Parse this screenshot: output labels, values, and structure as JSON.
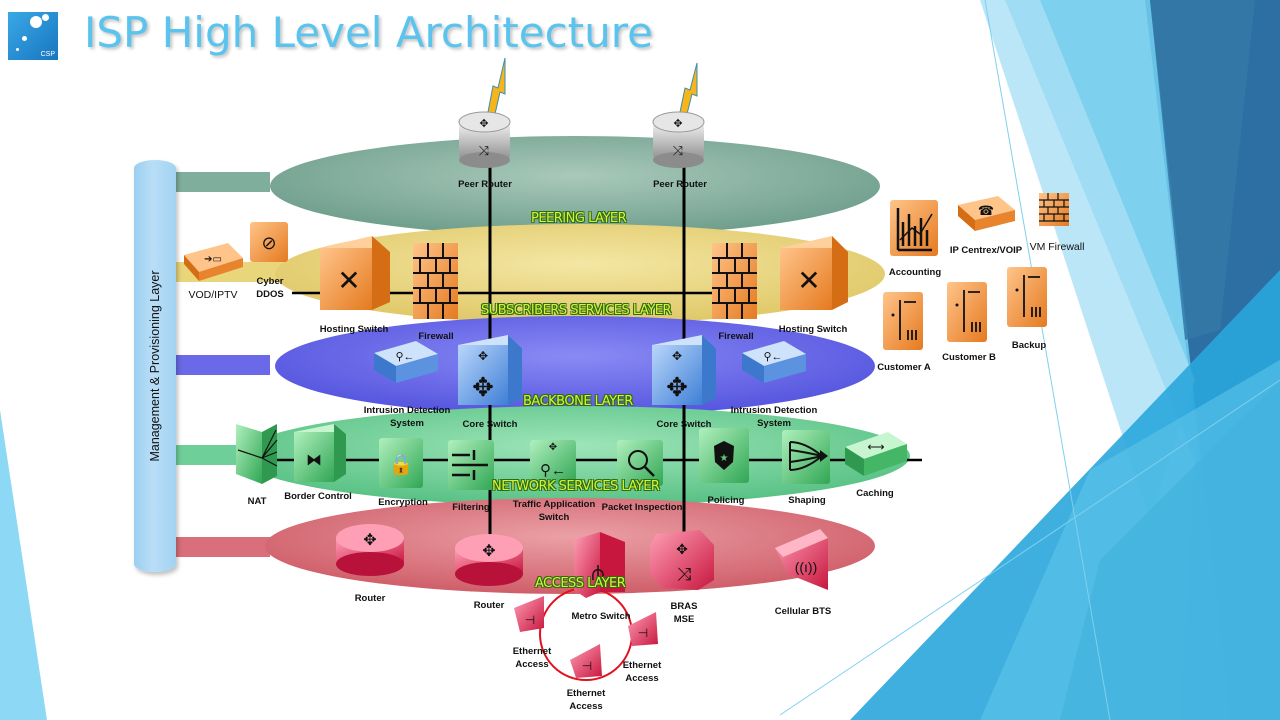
{
  "header": {
    "title": "ISP High Level Architecture",
    "logo_text": "CSP"
  },
  "colors": {
    "title": "#5bc4ee",
    "peering_layer": "#7fae9c",
    "subscribers_layer": "#e9d57a",
    "backbone_layer": "#6f6ff0",
    "network_services_layer": "#6fcf98",
    "access_layer": "#d96f7a",
    "management_bar": "#b3dbf6",
    "layer_label_text": "#d8f03a",
    "device_orange": "#f39a4a",
    "device_blue": "#6aa3e8",
    "device_green": "#5cc978",
    "device_red": "#e94b6e",
    "device_gray": "#b9b9b9"
  },
  "management": {
    "label": "Management & Provisioning Layer"
  },
  "layers": [
    {
      "id": "peering",
      "label": "PEERING LAYER"
    },
    {
      "id": "subscribers",
      "label": "SUBSCRIBERS SERVICES LAYER"
    },
    {
      "id": "backbone",
      "label": "BACKBONE LAYER"
    },
    {
      "id": "network_services",
      "label": "NETWORK SERVICES LAYER"
    },
    {
      "id": "access",
      "label": "ACCESS LAYER"
    }
  ],
  "devices": {
    "peer_router_1": "Peer Router",
    "peer_router_2": "Peer Router",
    "vod_iptv": "VOD/IPTV",
    "cyber_ddos_1": "Cyber",
    "cyber_ddos_2": "DDOS",
    "hosting_switch_left": "Hosting Switch",
    "firewall_left": "Firewall",
    "firewall_right": "Firewall",
    "hosting_switch_right": "Hosting Switch",
    "accounting": "Accounting",
    "ip_centrex_voip": "IP Centrex/VOIP",
    "vm_firewall": "VM Firewall",
    "customer_a": "Customer A",
    "customer_b": "Customer B",
    "backup": "Backup",
    "ids_left_1": "Intrusion Detection",
    "ids_left_2": "System",
    "core_switch_left": "Core Switch",
    "core_switch_right": "Core Switch",
    "ids_right_1": "Intrusion Detection",
    "ids_right_2": "System",
    "nat": "NAT",
    "border_control": "Border Control",
    "encryption": "Encryption",
    "filtering": "Filtering",
    "traffic_app_switch_1": "Traffic Application",
    "traffic_app_switch_2": "Switch",
    "packet_inspection": "Packet Inspection",
    "policing": "Policing",
    "shaping": "Shaping",
    "caching": "Caching",
    "router_1": "Router",
    "router_2": "Router",
    "metro_switch": "Metro Switch",
    "bras_1": "BRAS",
    "bras_2": "MSE",
    "cellular_bts": "Cellular BTS",
    "eth_access_1a": "Ethernet",
    "eth_access_1b": "Access",
    "eth_access_2a": "Ethernet",
    "eth_access_2b": "Access",
    "eth_access_3a": "Ethernet",
    "eth_access_3b": "Access"
  }
}
